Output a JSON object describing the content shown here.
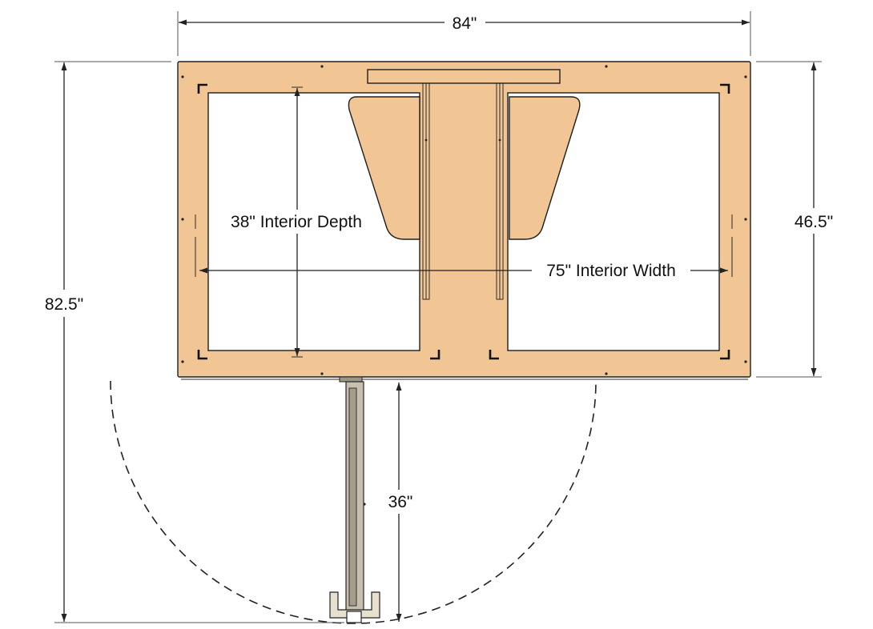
{
  "labels": {
    "overall_width": "84\"",
    "overall_depth": "82.5\"",
    "cabinet_depth": "46.5\"",
    "interior_depth": "38\" Interior Depth",
    "interior_width": "75\" Interior Width",
    "door_swing": "36\""
  },
  "colors": {
    "wood": "#f2c595",
    "outline": "#1e1e1e",
    "background": "#ffffff",
    "door_panel": "#c8bfae",
    "door_panel_inner": "#a59c8a",
    "door_stop": "#e8e0cf"
  },
  "icons": {
    "arrowhead": "dimension-arrowhead",
    "corner_mark": "corner-bracket-mark"
  }
}
